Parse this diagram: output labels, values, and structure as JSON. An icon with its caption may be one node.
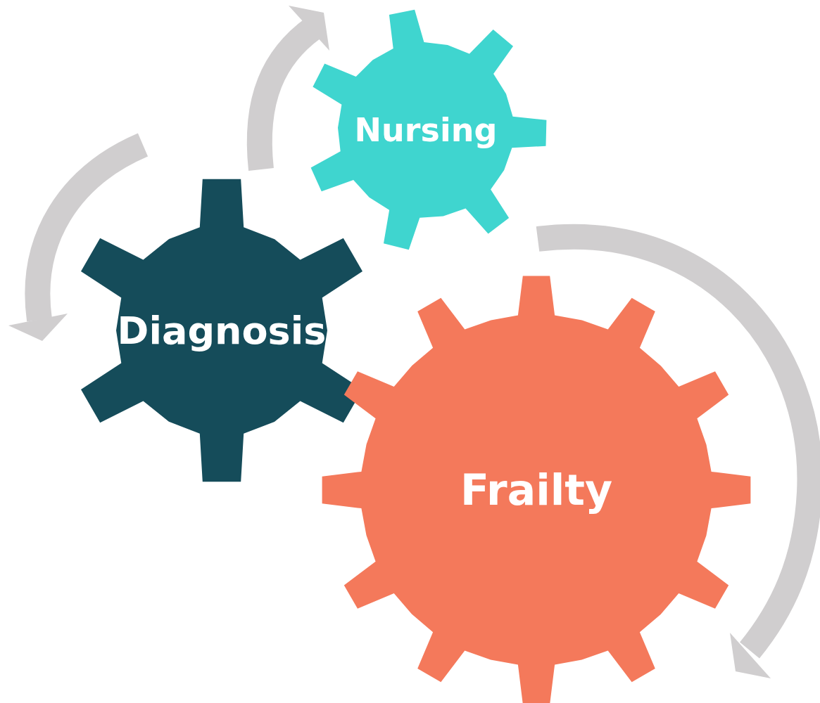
{
  "diagram": {
    "nodes": [
      {
        "text": [
          "Nursing"
        ]
      },
      {
        "text": [
          "Diagnosis"
        ]
      },
      {
        "text": [
          "Frailty"
        ]
      }
    ]
  }
}
